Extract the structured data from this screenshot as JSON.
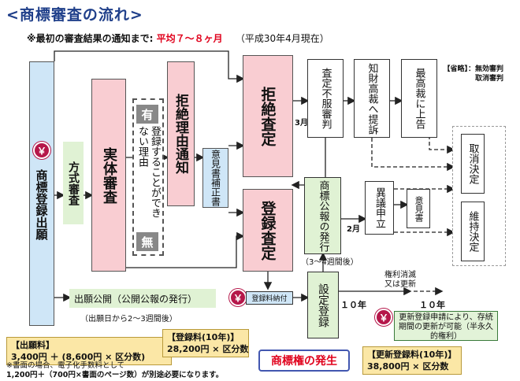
{
  "title": "<商標審査の流れ>",
  "subtitle": {
    "prefix": "※最初の審査結果の通知まで:",
    "highlight": "平均７～８ヶ月",
    "note": "（平成30年4月現在）"
  },
  "legend": {
    "line1": "【省略】：無効審判",
    "line2": "取消審判"
  },
  "boxes": {
    "application": "商標登録出願",
    "formality": "方式審査",
    "substantive": "実体審査",
    "refusal_notice": "拒絶理由通知",
    "has_reason": "有",
    "no_reason": "無",
    "reason_text": "登録することができない理由",
    "opinion_amend": "意見書補正書",
    "refusal_decision": "拒絶査定",
    "registration_decision": "登録査定",
    "appeal_refusal": "査定不服審判",
    "ip_court": "知財高裁へ提訴",
    "supreme_court": "最高裁に上告",
    "cancel_decision": "取消決定",
    "maintain_decision": "維持決定",
    "gazette": "商標公報の発行",
    "opposition": "異議申立",
    "opinion": "意見書",
    "reg_setup": "設定登録",
    "reg_fee_payment": "登録料納付",
    "publication": "出願公開（公開公報の発行）",
    "publication_timing": "（出願日から2～3週間後）",
    "gazette_timing": "（3～4週間後）"
  },
  "labels": {
    "three_months": "3月",
    "two_months": "2月",
    "ten_years_a": "１０年",
    "ten_years_b": "１０年",
    "expire_or_renew_1": "権利消滅",
    "expire_or_renew_2": "又は更新",
    "renewal_note": "更新登録申請により、存続期間の更新が可能（半永久的権利）",
    "right_arises": "商標権の発生",
    "yen_symbol": "￥"
  },
  "fees": {
    "application_title": "【出願料】",
    "application_amount": "3,400円 ＋ (8,600円 × 区分数)",
    "registration_title": "【登録料(10年)】",
    "registration_amount": "28,200円 × 区分数",
    "renewal_title": "【更新登録料(10年)】",
    "renewal_amount": "38,800円 × 区分数"
  },
  "footnote": {
    "line1": "※書面の場合、電子化手数料として",
    "line2": "1,200円＋（700円×書面のページ数）が別途必要になります。"
  },
  "colors": {
    "pink": "#f9cdd2",
    "blue": "#cfe6f7",
    "green": "#e0f2d4",
    "title_blue": "#1f3f8a",
    "accent_red": "#e0001b",
    "fee_yellow": "#fbe7a6"
  }
}
